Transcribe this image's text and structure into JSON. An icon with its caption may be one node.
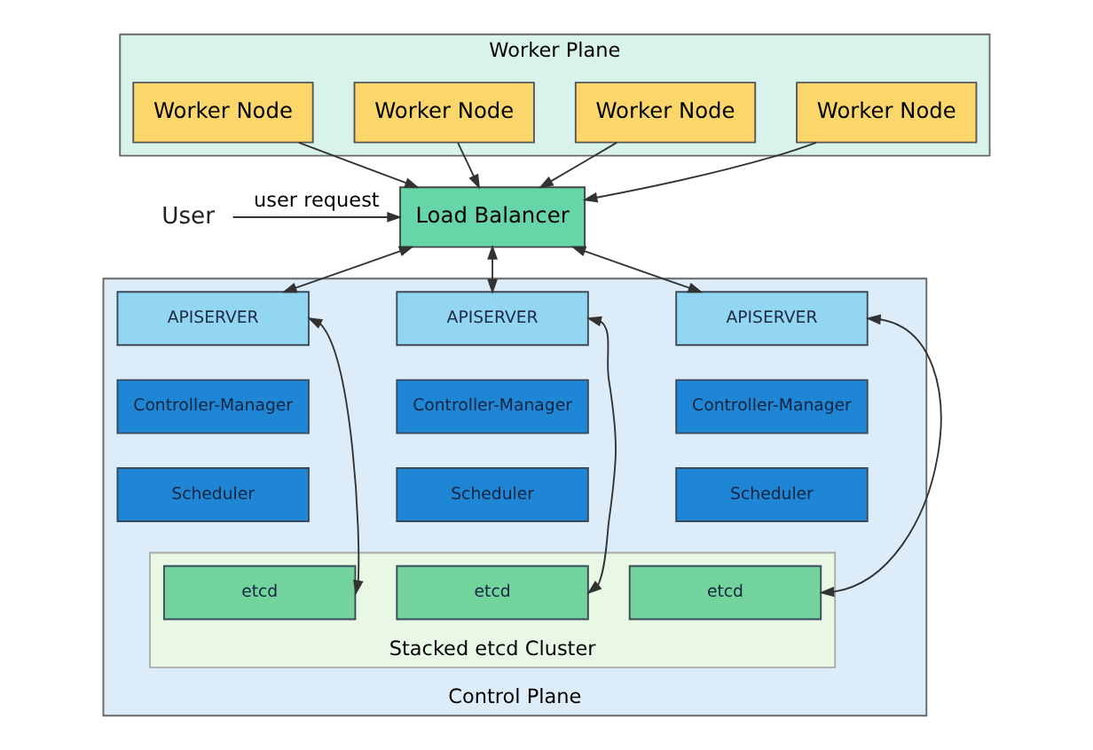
{
  "diagram": {
    "nodes": [
      {
        "text": [
          "Worker Plane"
        ]
      },
      {
        "text": [
          "Worker Node"
        ],
        "in": 0
      },
      {
        "text": [
          "Worker Node"
        ],
        "in": 0
      },
      {
        "text": [
          "Worker Node"
        ],
        "in": 0
      },
      {
        "text": [
          "Worker Node"
        ],
        "in": 0
      },
      {
        "text": [
          "User"
        ]
      },
      {
        "text": [
          "Load Balancer"
        ]
      },
      {
        "text": [
          "Control Plane"
        ]
      },
      {
        "text": [
          "Stacked etcd Cluster"
        ],
        "in": 7
      },
      {
        "text": [
          "APISERVER"
        ],
        "in": 7
      },
      {
        "text": [
          "Controller-Manager"
        ],
        "in": 7
      },
      {
        "text": [
          "Scheduler"
        ],
        "in": 7
      },
      {
        "text": [
          "etcd"
        ],
        "in": 8
      },
      {
        "text": [
          "APISERVER"
        ],
        "in": 7
      },
      {
        "text": [
          "Controller-Manager"
        ],
        "in": 7
      },
      {
        "text": [
          "Scheduler"
        ],
        "in": 7
      },
      {
        "text": [
          "etcd"
        ],
        "in": 8
      },
      {
        "text": [
          "APISERVER"
        ],
        "in": 7
      },
      {
        "text": [
          "Controller-Manager"
        ],
        "in": 7
      },
      {
        "text": [
          "Scheduler"
        ],
        "in": 7
      },
      {
        "text": [
          "etcd"
        ],
        "in": 8
      }
    ],
    "edges": [
      {
        "from": 1,
        "to": 6,
        "arrow": "to"
      },
      {
        "from": 2,
        "to": 6,
        "arrow": "to"
      },
      {
        "from": 3,
        "to": 6,
        "arrow": "to"
      },
      {
        "from": 4,
        "to": 6,
        "arrow": "to"
      },
      {
        "from": 5,
        "to": 6,
        "arrow": "to",
        "label": "user request"
      },
      {
        "from": 6,
        "to": 9,
        "arrow": "both"
      },
      {
        "from": 6,
        "to": 13,
        "arrow": "both"
      },
      {
        "from": 6,
        "to": 17,
        "arrow": "both"
      },
      {
        "from": 9,
        "to": 12,
        "arrow": "both"
      },
      {
        "from": 13,
        "to": 16,
        "arrow": "both"
      },
      {
        "from": 17,
        "to": 20,
        "arrow": "both"
      }
    ]
  }
}
